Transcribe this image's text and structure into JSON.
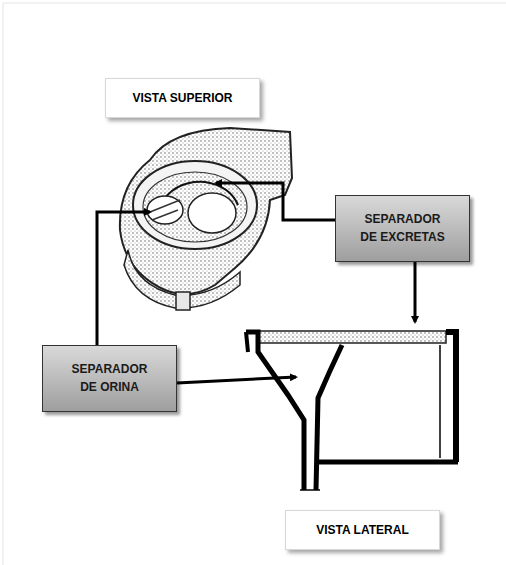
{
  "diagram": {
    "nodes": [
      {
        "text": [
          "VISTA SUPERIOR"
        ]
      },
      {
        "text": [
          "SEPARADOR DE EXCRETAS"
        ]
      },
      {
        "text": [
          "SEPARADOR DE ORINA"
        ]
      },
      {
        "text": [
          "VISTA LATERAL"
        ]
      }
    ]
  }
}
